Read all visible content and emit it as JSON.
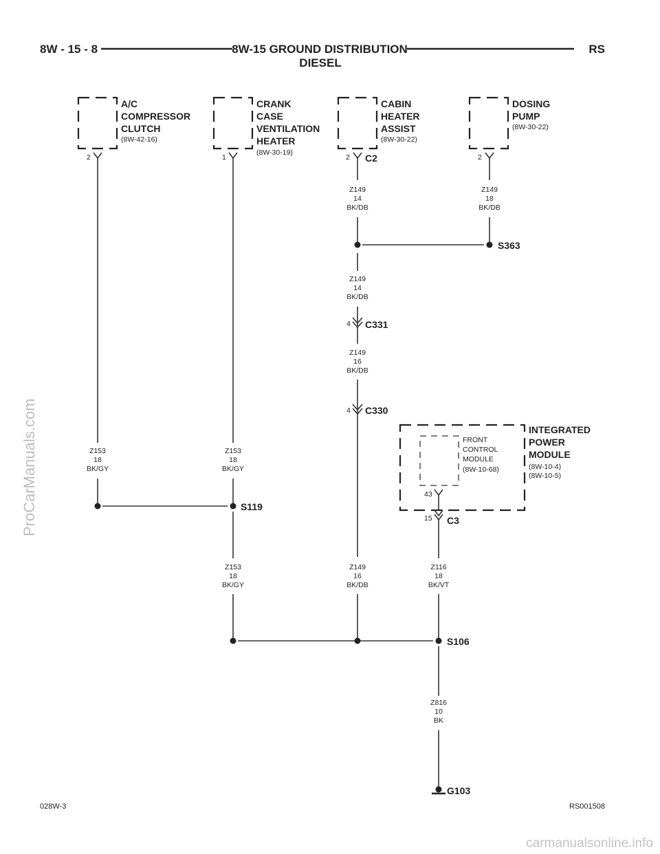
{
  "header": {
    "page_ref": "8W - 15 - 8",
    "title_line1": "8W-15 GROUND DISTRIBUTION",
    "title_line2": "DIESEL",
    "brand": "RS"
  },
  "components": {
    "ac_clutch": {
      "lines": [
        "A/C",
        "COMPRESSOR",
        "CLUTCH"
      ],
      "ref": "(8W-42-16)",
      "pin": "2"
    },
    "ccv_heater": {
      "lines": [
        "CRANK",
        "CASE",
        "VENTILATION",
        "HEATER"
      ],
      "ref": "(8W-30-19)",
      "pin": "1"
    },
    "cabin_heater": {
      "lines": [
        "CABIN",
        "HEATER",
        "ASSIST"
      ],
      "ref": "(8W-30-22)",
      "pin": "2",
      "connector": "C2"
    },
    "dosing_pump": {
      "lines": [
        "DOSING",
        "PUMP"
      ],
      "ref": "(8W-30-22)",
      "pin": "2"
    },
    "ipm": {
      "lines": [
        "INTEGRATED",
        "POWER",
        "MODULE"
      ],
      "refs": [
        "(8W-10-4)",
        "(8W-10-5)"
      ],
      "fcm_lines": [
        "FRONT",
        "CONTROL",
        "MODULE"
      ],
      "fcm_ref": "(8W-10-68)",
      "fcm_pin": "43",
      "pin": "15",
      "connector": "C3"
    }
  },
  "wires": {
    "w_cabin": [
      "Z149",
      "14",
      "BK/DB"
    ],
    "w_dosing": [
      "Z149",
      "18",
      "BK/DB"
    ],
    "w_mid1": [
      "Z149",
      "14",
      "BK/DB"
    ],
    "w_mid2": [
      "Z149",
      "16",
      "BK/DB"
    ],
    "w_ac": [
      "Z153",
      "18",
      "BK/GY"
    ],
    "w_ccv": [
      "Z153",
      "18",
      "BK/GY"
    ],
    "w_s119_down": [
      "Z153",
      "18",
      "BK/GY"
    ],
    "w_low_mid": [
      "Z149",
      "16",
      "BK/DB"
    ],
    "w_ipm": [
      "Z116",
      "18",
      "BK/VT"
    ],
    "w_ground": [
      "Z816",
      "10",
      "BK"
    ]
  },
  "connectors": {
    "c331": {
      "name": "C331",
      "pin": "4"
    },
    "c330": {
      "name": "C330",
      "pin": "4"
    }
  },
  "splices": {
    "s363": "S363",
    "s119": "S119",
    "s106": "S106"
  },
  "ground": "G103",
  "footer": {
    "left": "028W-3",
    "right": "RS001508"
  },
  "watermarks": {
    "side": "ProCarManuals.com",
    "bottom": "carmanualsonline.info"
  }
}
